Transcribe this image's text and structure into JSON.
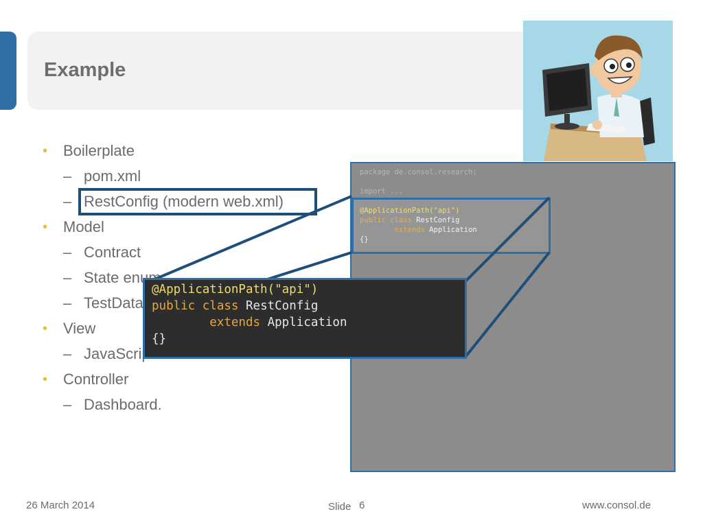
{
  "slide": {
    "title": "Example",
    "bullets": [
      {
        "level": 1,
        "text": "Boilerplate"
      },
      {
        "level": 2,
        "text": "pom.xml"
      },
      {
        "level": 2,
        "text": "RestConfig (modern web.xml)"
      },
      {
        "level": 1,
        "text": "Model"
      },
      {
        "level": 2,
        "text": "Contract"
      },
      {
        "level": 2,
        "text": "State enum"
      },
      {
        "level": 2,
        "text": "TestData"
      },
      {
        "level": 1,
        "text": "View"
      },
      {
        "level": 2,
        "text": "JavaScript"
      },
      {
        "level": 1,
        "text": "Controller"
      },
      {
        "level": 2,
        "text": "Dashboard."
      }
    ]
  },
  "code_panel": {
    "package_kw": "package",
    "package_name": "de.consol.research;",
    "import_line": "import ...",
    "annotation": "@ApplicationPath(\"api\")",
    "kw_public": "public",
    "kw_class": "class",
    "class_name": "RestConfig",
    "kw_extends": "extends",
    "superclass": "Application",
    "body": "{}"
  },
  "illustration": {
    "icon": "cartoon-man-at-computer-icon"
  },
  "footer": {
    "date": "26 March 2014",
    "slide_label": "Slide",
    "slide_number": "6",
    "url": "www.consol.de"
  },
  "colors": {
    "accent": "#2f6fa8",
    "bullet": "#e6c02e",
    "highlight_border": "#1e4f7a",
    "code_panel_bg": "#8c8c8c",
    "zoom_bg": "#2d2d2d",
    "keyword": "#e8a640",
    "annotation": "#f1dc6b"
  }
}
